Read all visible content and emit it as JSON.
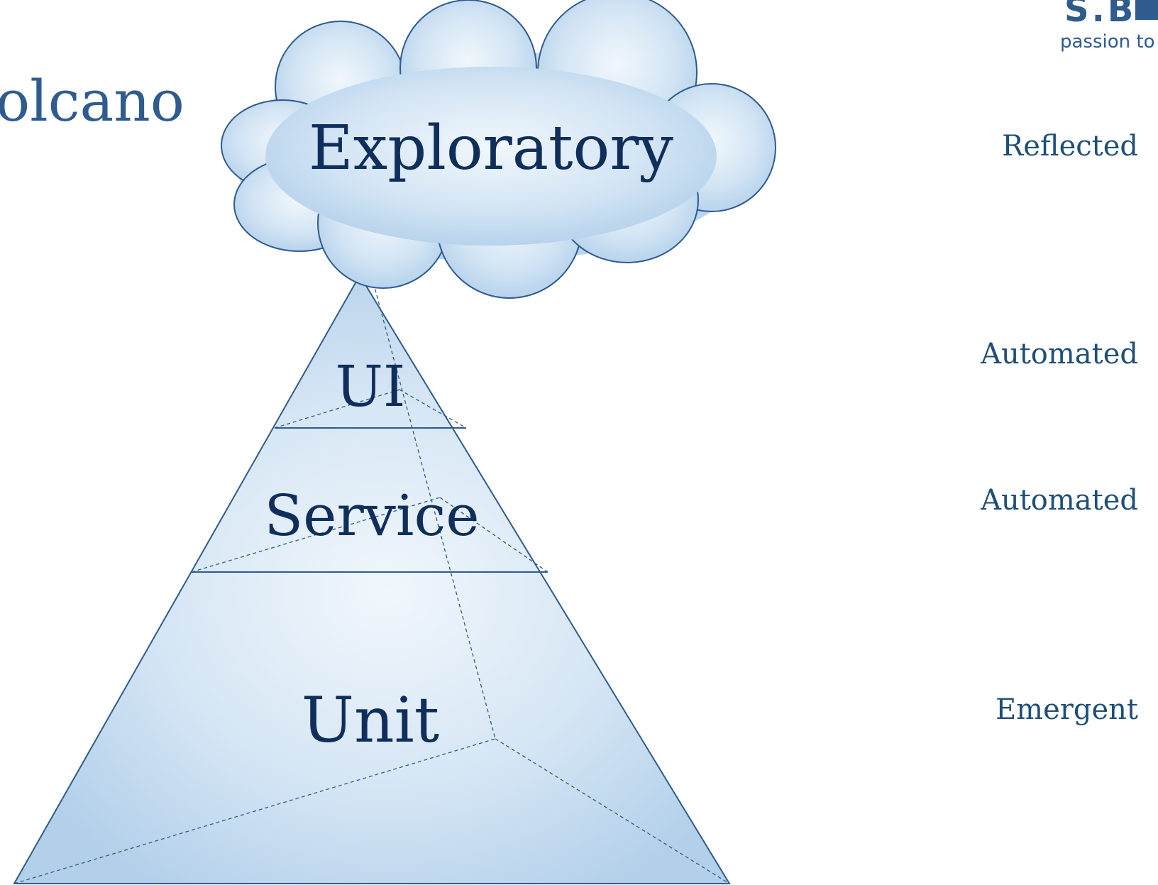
{
  "slide": {
    "title": "olcano"
  },
  "logo": {
    "mark": "S.B",
    "tagline": "passion to"
  },
  "diagram": {
    "cloud_label": "Exploratory",
    "pyramid_layers": [
      {
        "label": "UI"
      },
      {
        "label": "Service"
      },
      {
        "label": "Unit"
      }
    ],
    "side_labels": [
      "Reflected",
      "Automated",
      "Automated",
      "Emergent"
    ],
    "colors": {
      "fill_dark": "#b7d3ec",
      "fill_light": "#f1f7fc",
      "outline": "#2f5b8f",
      "label_text": "#0f2e5c"
    }
  }
}
